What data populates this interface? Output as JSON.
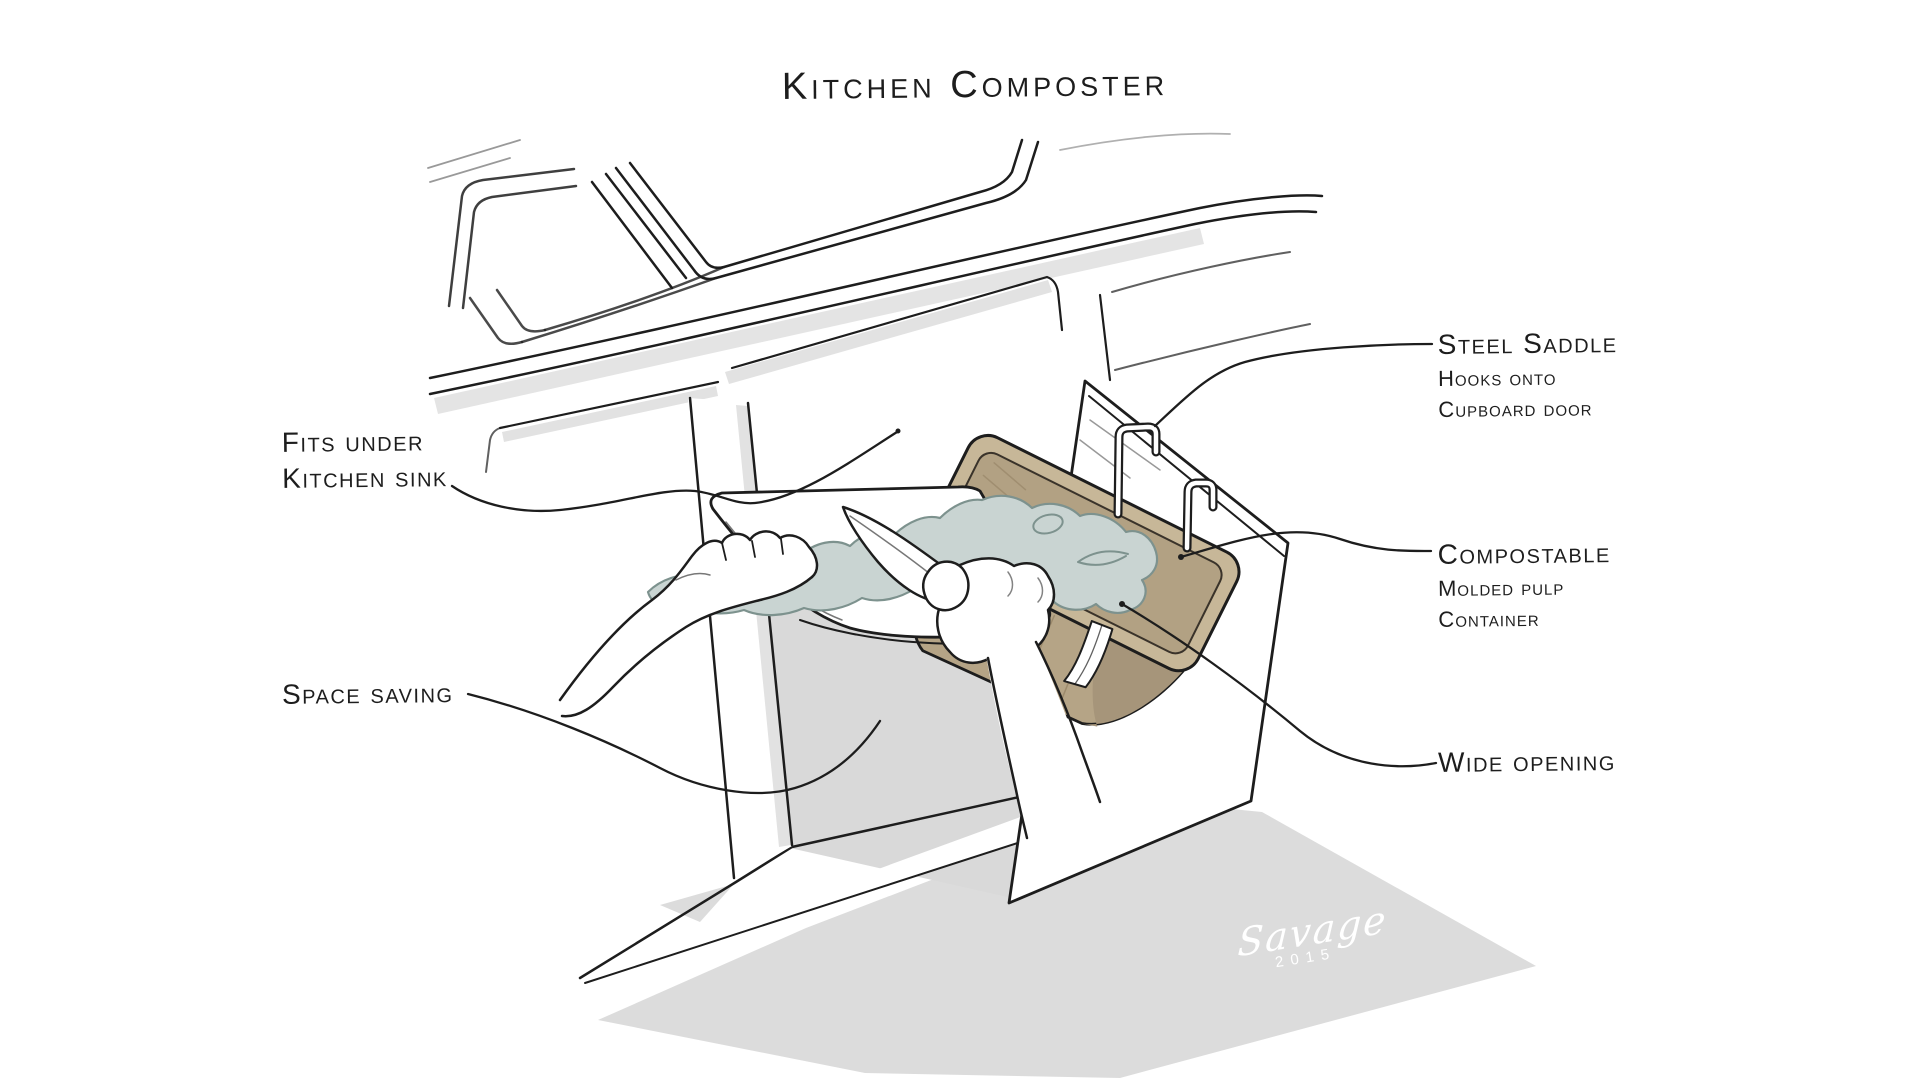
{
  "title": "Kitchen Composter",
  "annotations": {
    "fits_under": {
      "lines": [
        "Fits under",
        "Kitchen sink"
      ]
    },
    "space_saving": {
      "heading": "Space saving"
    },
    "steel_saddle": {
      "heading": "Steel Saddle",
      "lines": [
        "Hooks onto",
        "Cupboard door"
      ]
    },
    "compostable": {
      "heading": "Compostable",
      "lines": [
        "Molded pulp",
        "Container"
      ]
    },
    "wide_opening": {
      "heading": "Wide opening"
    }
  },
  "signature": {
    "name": "Savage",
    "year": "2015"
  },
  "colors": {
    "background": "#ffffff",
    "line": "#1d1d1d",
    "container_tan": "#b5a486",
    "container_tan_light": "#c7b798",
    "container_tan_dark": "#a6957a",
    "food_scraps": "#c9d4d2",
    "scraps_outline": "#7d928e",
    "floor_shadow": "#dcdcdc",
    "cabinet_interior": "#d9d9d9",
    "signature_color": "#ffffff"
  }
}
